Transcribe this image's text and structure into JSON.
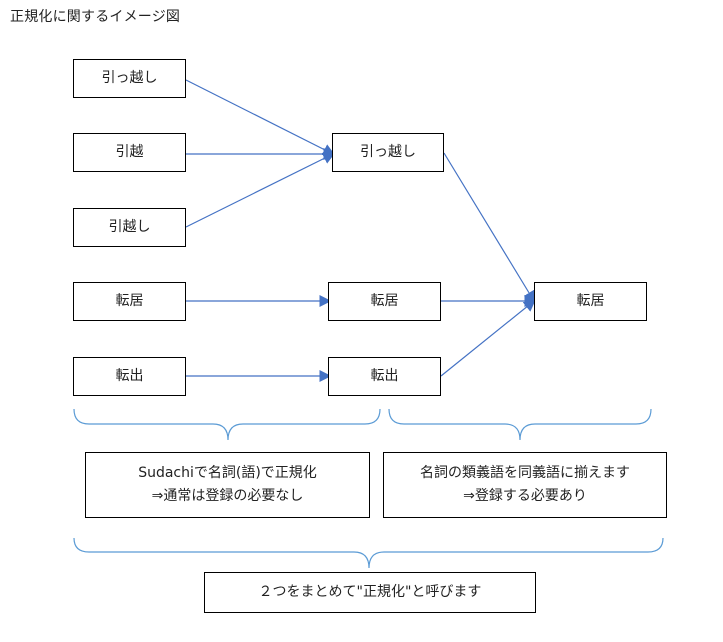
{
  "title": "正規化に関するイメージ図",
  "nodes": {
    "a1": "引っ越し",
    "a2": "引越",
    "a3": "引越し",
    "a4": "転居",
    "a5": "転出",
    "b1": "引っ越し",
    "b2": "転居",
    "b3": "転出",
    "c1": "転居"
  },
  "notes": {
    "left_line1": "Sudachiで名詞(語)で正規化",
    "left_line2": "⇒通常は登録の必要なし",
    "right_line1": "名詞の類義語を同義語に揃えます",
    "right_line2": "⇒登録する必要あり",
    "bottom": "２つをまとめて\"正規化\"と呼びます"
  },
  "colors": {
    "arrow": "#4472C4",
    "bracket": "#5B9BD5",
    "border": "#000000"
  }
}
